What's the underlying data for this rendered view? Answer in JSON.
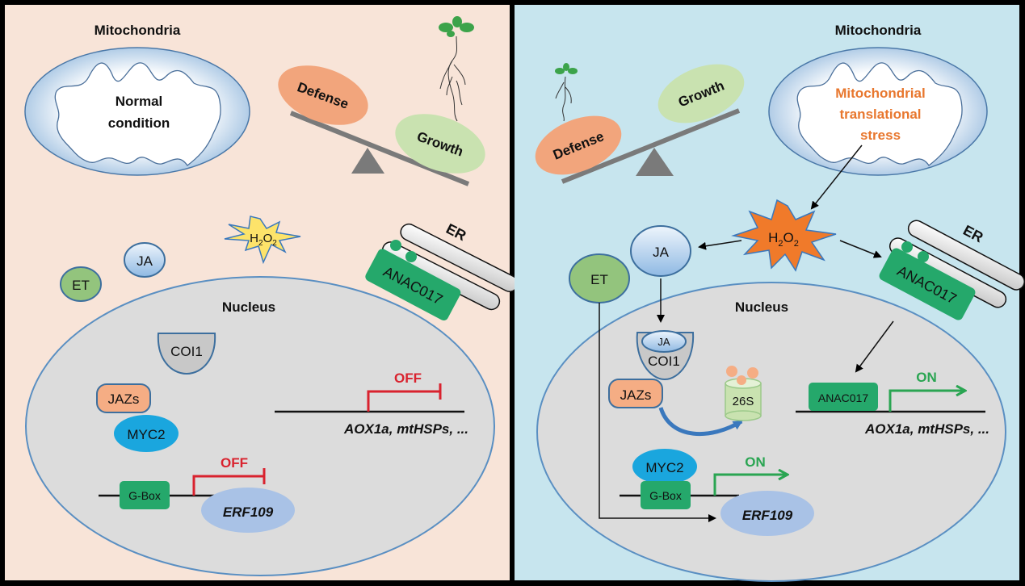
{
  "colors": {
    "left_bg": "#f8e4d8",
    "right_bg": "#c7e5ee",
    "nucleus_fill": "#dcdcdc",
    "nucleus_stroke": "#5a8fc2",
    "mito_outer": "#a9c8e4",
    "defense": "#f2a57c",
    "growth": "#c9e2b0",
    "anac": "#25a86b",
    "myc2": "#1aa6de",
    "jazs": "#f5ad84",
    "erf": "#a9c2e6",
    "off": "#d9222e",
    "on": "#2aa552",
    "h2o2_low": "#fde36a",
    "h2o2_high": "#f07a2a",
    "stress_text": "#e8772e"
  },
  "left_panel": {
    "mito_title": "Mitochondria",
    "mito_state_line1": "Normal",
    "mito_state_line2": "condition",
    "balance": {
      "defense": "Defense",
      "growth": "Growth"
    },
    "h2o2": {
      "h": "H",
      "sub1": "2",
      "o": "O",
      "sub2": "2"
    },
    "et": "ET",
    "ja": "JA",
    "er": "ER",
    "anac017": "ANAC017",
    "nucleus_title": "Nucleus",
    "coi1": "COI1",
    "jazs": "JAZs",
    "myc2": "MYC2",
    "gbox": "G-Box",
    "erf109": "ERF109",
    "off1": "OFF",
    "off2": "OFF",
    "genes": "AOX1a, mtHSPs, ..."
  },
  "right_panel": {
    "mito_title": "Mitochondria",
    "mito_state_line1": "Mitochondrial",
    "mito_state_line2": "translational",
    "mito_state_line3": "stress",
    "balance": {
      "defense": "Defense",
      "growth": "Growth"
    },
    "h2o2": {
      "h": "H",
      "sub1": "2",
      "o": "O",
      "sub2": "2"
    },
    "et": "ET",
    "ja": "JA",
    "er": "ER",
    "anac017": "ANAC017",
    "nucleus_title": "Nucleus",
    "ja_bound": "JA",
    "coi1": "COI1",
    "jazs": "JAZs",
    "proteasome": "26S",
    "myc2": "MYC2",
    "gbox": "G-Box",
    "erf109": "ERF109",
    "on1": "ON",
    "on2": "ON",
    "anac017_bound": "ANAC017",
    "genes": "AOX1a, mtHSPs, ..."
  }
}
